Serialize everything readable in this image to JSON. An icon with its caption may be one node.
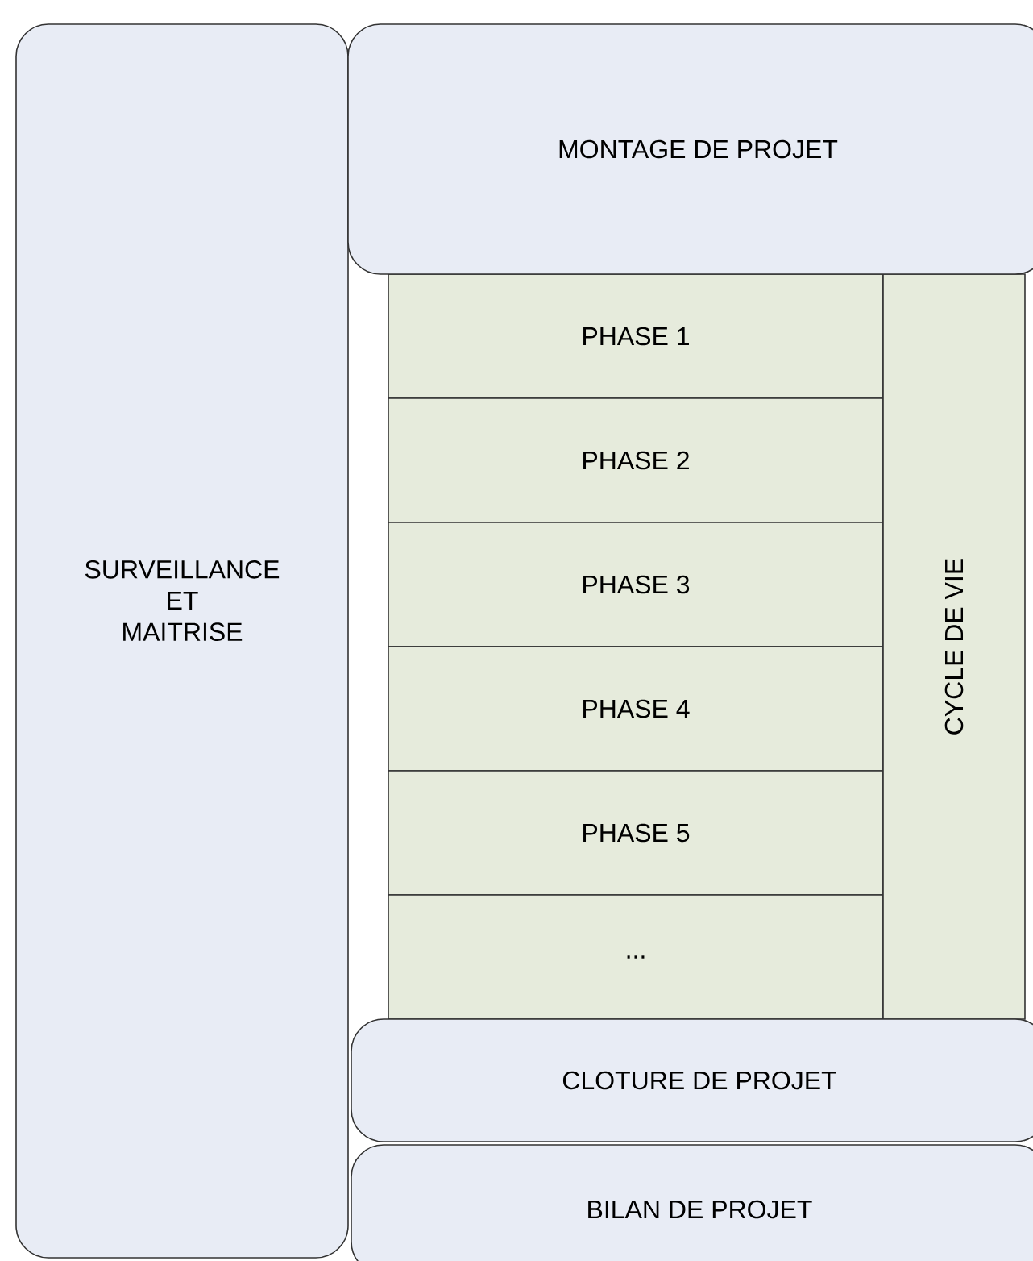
{
  "diagram": {
    "nodes": [
      {
        "text": [
          "SURVEILLANCE ET MAITRISE"
        ]
      },
      {
        "text": [
          "MONTAGE DE PROJET"
        ]
      },
      {
        "text": [
          "PHASE 1"
        ]
      },
      {
        "text": [
          "PHASE 2"
        ]
      },
      {
        "text": [
          "PHASE 3"
        ]
      },
      {
        "text": [
          "PHASE 4"
        ]
      },
      {
        "text": [
          "PHASE 5"
        ]
      },
      {
        "text": [
          "..."
        ]
      },
      {
        "text": [
          "CYCLE DE VIE"
        ]
      },
      {
        "text": [
          "CLOTURE DE PROJET"
        ]
      },
      {
        "text": [
          "BILAN DE PROJET"
        ]
      }
    ]
  }
}
